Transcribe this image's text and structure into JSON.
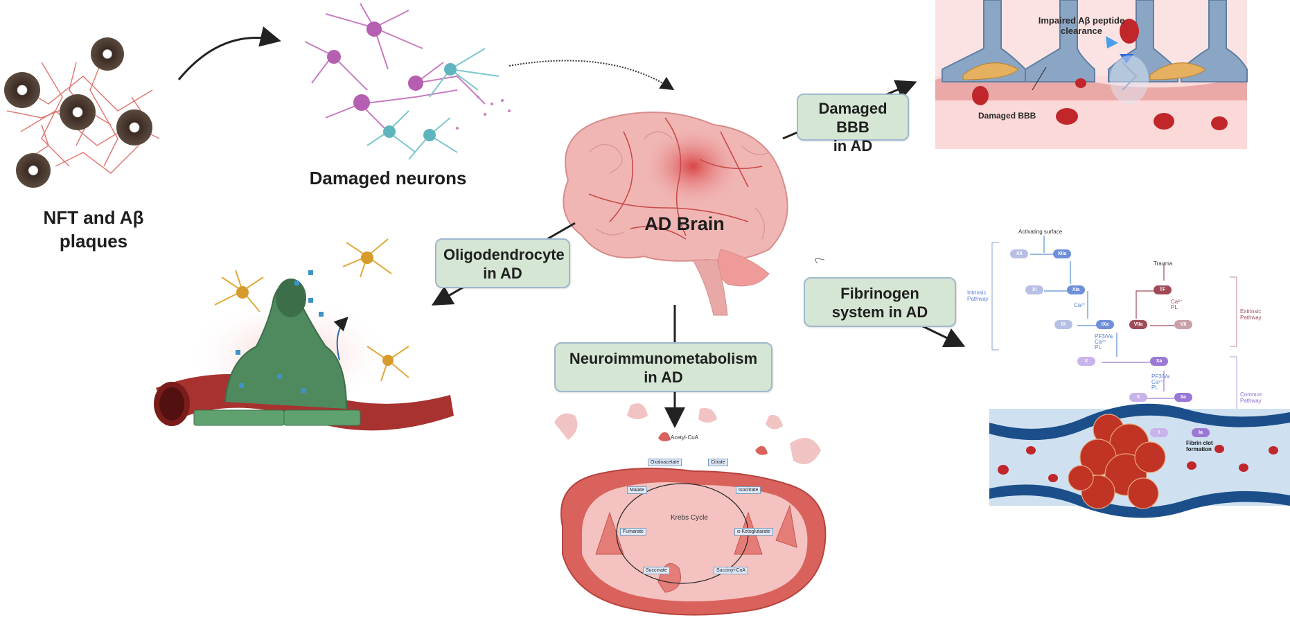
{
  "labels": {
    "plaques": "NFT and Aβ\nplaques",
    "neurons": "Damaged neurons",
    "brain": "AD Brain",
    "bbb_box": "Damaged BBB\nin AD",
    "oligo_box": "Oligodendrocyte\nin AD",
    "neuro_box": "Neuroimmunometabolism\nin AD",
    "fibrinogen_box": "Fibrinogen\nsystem in AD"
  },
  "bbb_panel": {
    "clearance": "Impaired Aβ peptide\nclearance",
    "damaged": "Damaged BBB"
  },
  "krebs": {
    "title": "Krebs Cycle",
    "acetyl": "Acetyl-CoA",
    "steps": [
      "Oxaloacetate",
      "Citrate",
      "Isocitrate",
      "α-Ketoglutarate",
      "Succinyl-CoA",
      "Succinate",
      "Fumarate",
      "Malate"
    ]
  },
  "coagulation": {
    "activating": "Activating surface",
    "trauma": "Trauma",
    "intrinsic": "Intrinsic\nPathway",
    "extrinsic": "Extrinsic\nPathway",
    "common": "Common\nPathway",
    "fibrin": "Fibrin clot\nformation",
    "factors": [
      "XII",
      "XIIa",
      "XI",
      "XIa",
      "IX",
      "IXa",
      "TF",
      "VIIa",
      "VII",
      "X",
      "Xa",
      "II",
      "IIa",
      "I",
      "Ia"
    ],
    "cofactors": [
      "Ca²⁺",
      "PF3/Va\nCa²⁺\nPL",
      "PF3/Va\nCa²⁺\nPL",
      "Ca²⁺\nPL"
    ]
  },
  "colors": {
    "box_fill": "#d6e6d4",
    "box_border": "#9fb8cf",
    "brain": "#f0b6b4",
    "vessel": "#a8322f",
    "oligodendrocyte": "#4e8a5e",
    "mitochondrion": "#d9625c",
    "coag_blue": "#6f8fd8",
    "coag_purple": "#9b78d6",
    "coag_red": "#a04a58"
  }
}
